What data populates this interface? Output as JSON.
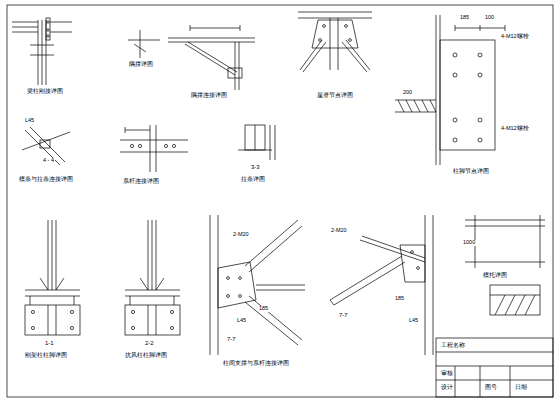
{
  "diagram": {
    "labels": [
      "梁柱刚接详图",
      "隅撑详图",
      "隅撑连接详图",
      "屋脊节点详图",
      "4-M12螺栓",
      "4-M12螺栓",
      "185",
      "100",
      "柱脚节点详图",
      "200",
      "L45",
      "4 - 4",
      "檩条与拉条连接详图",
      "系杆连接详图",
      "3-3",
      "拉条详图",
      "1-1",
      "刚架柱柱脚详图",
      "2-2",
      "抗风柱柱脚详图",
      "7-7",
      "7-7",
      "柱间支撑与系杆连接详图",
      "1000",
      "檩托详图",
      "2-M20",
      "2-M20",
      "185",
      "185",
      "L45",
      "L45",
      "工程名称",
      "审核",
      "设计",
      "图号",
      "日期"
    ]
  }
}
